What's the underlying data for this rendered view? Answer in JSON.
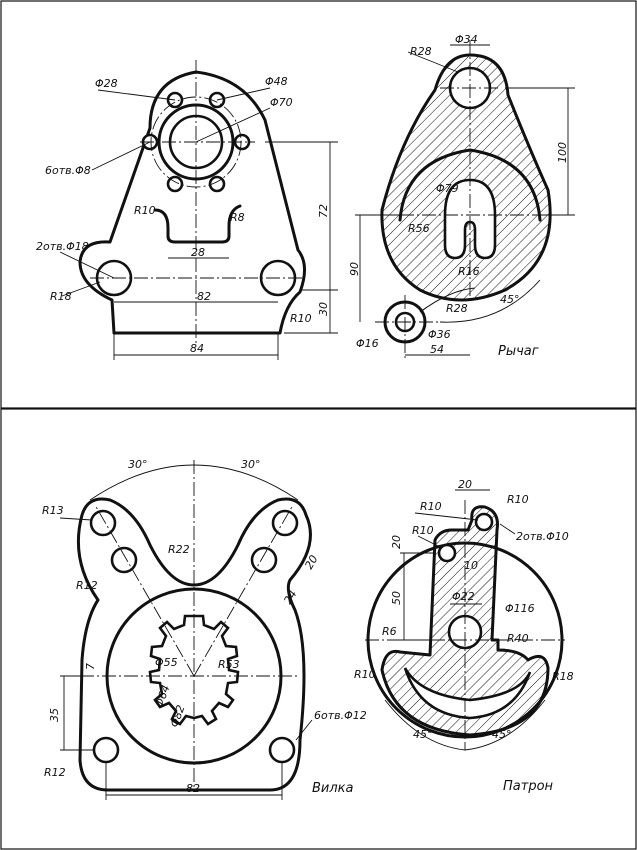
{
  "sheet": {
    "panels": [
      {
        "id": "upper",
        "parts": [
          {
            "id": "bracket",
            "labels": {
              "d28": "Φ28",
              "d48": "Φ48",
              "d70": "Φ70",
              "holes6": "6отв.Φ8",
              "r10_left": "R10",
              "r8": "R8",
              "w28": "28",
              "holes2": "2отв.Φ18",
              "r18": "R18",
              "w82": "82",
              "r10_bottom": "R10",
              "w84": "84",
              "h72": "72",
              "h30": "30"
            }
          },
          {
            "id": "lever",
            "caption": "Рычаг",
            "labels": {
              "r28_top": "R28",
              "d34": "Φ34",
              "h100": "100",
              "d79": "Φ79",
              "r56": "R56",
              "r16": "R16",
              "h90": "90",
              "r28_bottom": "R28",
              "angle45": "45°",
              "d16": "Φ16",
              "d36": "Φ36",
              "w54": "54"
            }
          }
        ]
      },
      {
        "id": "lower",
        "parts": [
          {
            "id": "fork",
            "caption": "Вилка",
            "labels": {
              "a30_left": "30°",
              "a30_right": "30°",
              "r13": "R13",
              "r22": "R22",
              "h20": "20",
              "r12_top": "R12",
              "w24": "24",
              "d55": "Φ55",
              "r53": "R53",
              "w7": "7",
              "d64": "Φ64",
              "d82": "Φ82",
              "h35": "35",
              "holes6": "6отв.Φ12",
              "r12_bottom": "R12",
              "w82": "82"
            }
          },
          {
            "id": "chuck",
            "caption": "Патрон",
            "labels": {
              "w20": "20",
              "r10_a": "R10",
              "r10_b": "R10",
              "holes2": "2отв.Φ10",
              "r10_c": "R10",
              "h20": "20",
              "w10": "10",
              "d22": "Φ22",
              "h50": "50",
              "d116": "Φ116",
              "r6": "R6",
              "r40": "R40",
              "r10_d": "R10",
              "r18": "R18",
              "a45_left": "45°",
              "a45_right": "45°"
            }
          }
        ]
      }
    ]
  }
}
